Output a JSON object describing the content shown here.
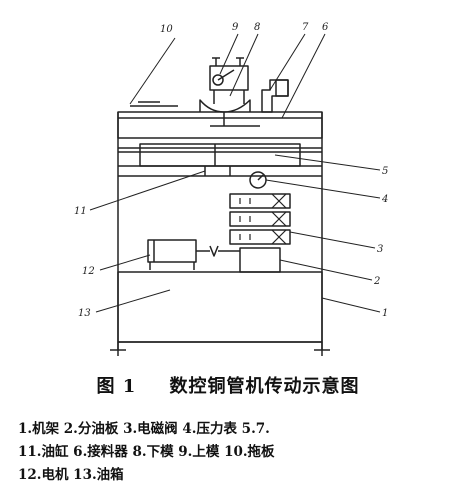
{
  "figure": {
    "callouts": [
      "10",
      "9",
      "8",
      "7",
      "6",
      "5",
      "4",
      "3",
      "2",
      "1",
      "11",
      "12",
      "13"
    ]
  },
  "caption": {
    "number": "图 1",
    "title": "数控铜管机传动示意图"
  },
  "legend": {
    "lines": [
      "1.机架  2.分油板  3.电磁阀  4.压力表  5.7.",
      "11.油缸  6.接料器  8.下模  9.上模  10.拖板",
      "12.电机  13.油箱"
    ]
  }
}
